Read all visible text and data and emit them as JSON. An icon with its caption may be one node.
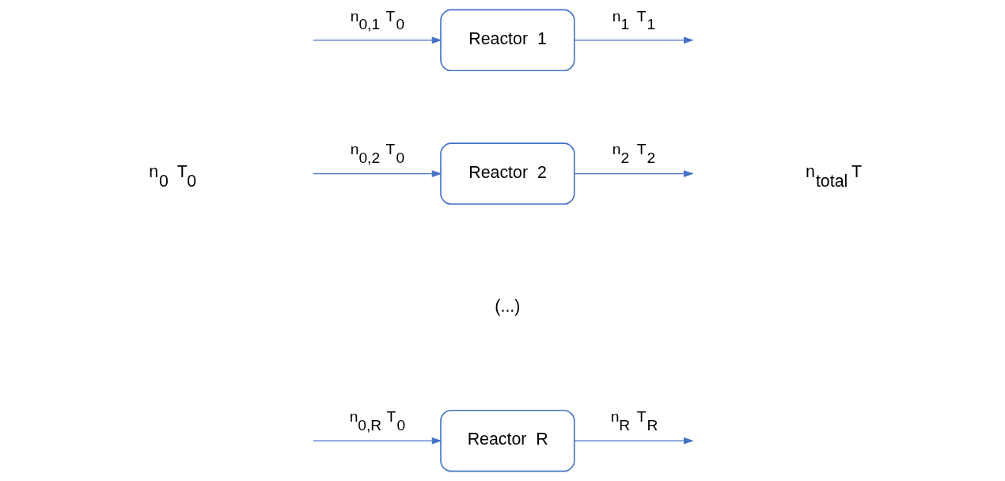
{
  "diagram": {
    "nodes": [
      {
        "text": [
          "Reactor 1"
        ]
      },
      {
        "text": [
          "Reactor 2"
        ]
      },
      {
        "text": [
          "Reactor R"
        ]
      }
    ],
    "edges": [
      {
        "from": null,
        "to": 0,
        "arrow": "to",
        "label": "n$_{0,1}$ T$_{0}$"
      },
      {
        "from": null,
        "to": 1,
        "arrow": "to",
        "label": "n$_{0,2}$ T$_{0}$"
      },
      {
        "from": null,
        "to": 2,
        "arrow": "to",
        "label": "n$_{0,R}$ T$_{0}$"
      },
      {
        "from": 0,
        "to": null,
        "arrow": "to",
        "label": "n$_{1}$ T$_{1}$"
      },
      {
        "from": 1,
        "to": null,
        "arrow": "to",
        "label": "n$_{2}$ T$_{2}$"
      },
      {
        "from": 2,
        "to": null,
        "arrow": "to",
        "label": "n$_{R}$ T$_{R}$"
      }
    ],
    "labels": [
      "n$_{0}$ T$_{0}$",
      "(...)",
      "n$_{total}$ T"
    ]
  }
}
